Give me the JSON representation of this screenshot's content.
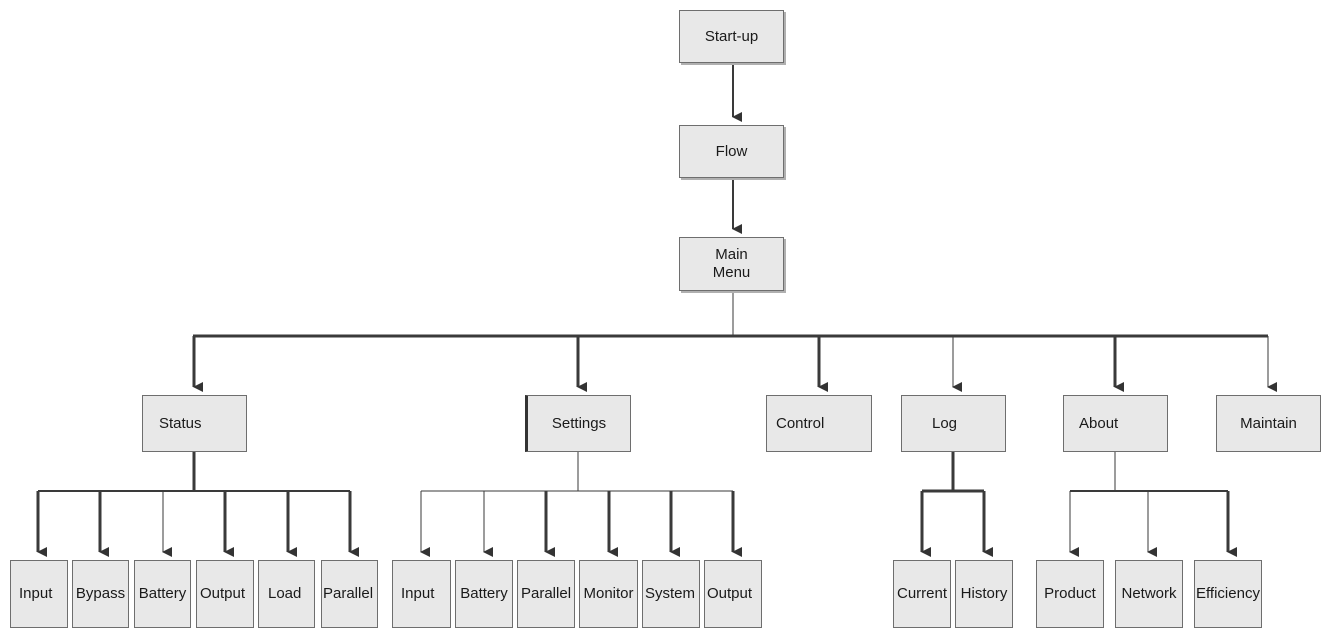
{
  "nodes": {
    "startup": "Start-up",
    "flow": "Flow",
    "main_menu": "Main\nMenu",
    "status": "Status",
    "settings": "Settings",
    "control": "Control",
    "log": "Log",
    "about": "About",
    "maintain": "Maintain"
  },
  "status_children": [
    "Input",
    "Bypass",
    "Battery",
    "Output",
    "Load",
    "Parallel"
  ],
  "settings_children": [
    "Input",
    "Battery",
    "Parallel",
    "Monitor",
    "System",
    "Output"
  ],
  "log_children": [
    "Current",
    "History"
  ],
  "about_children": [
    "Product",
    "Network",
    "Efficiency"
  ]
}
